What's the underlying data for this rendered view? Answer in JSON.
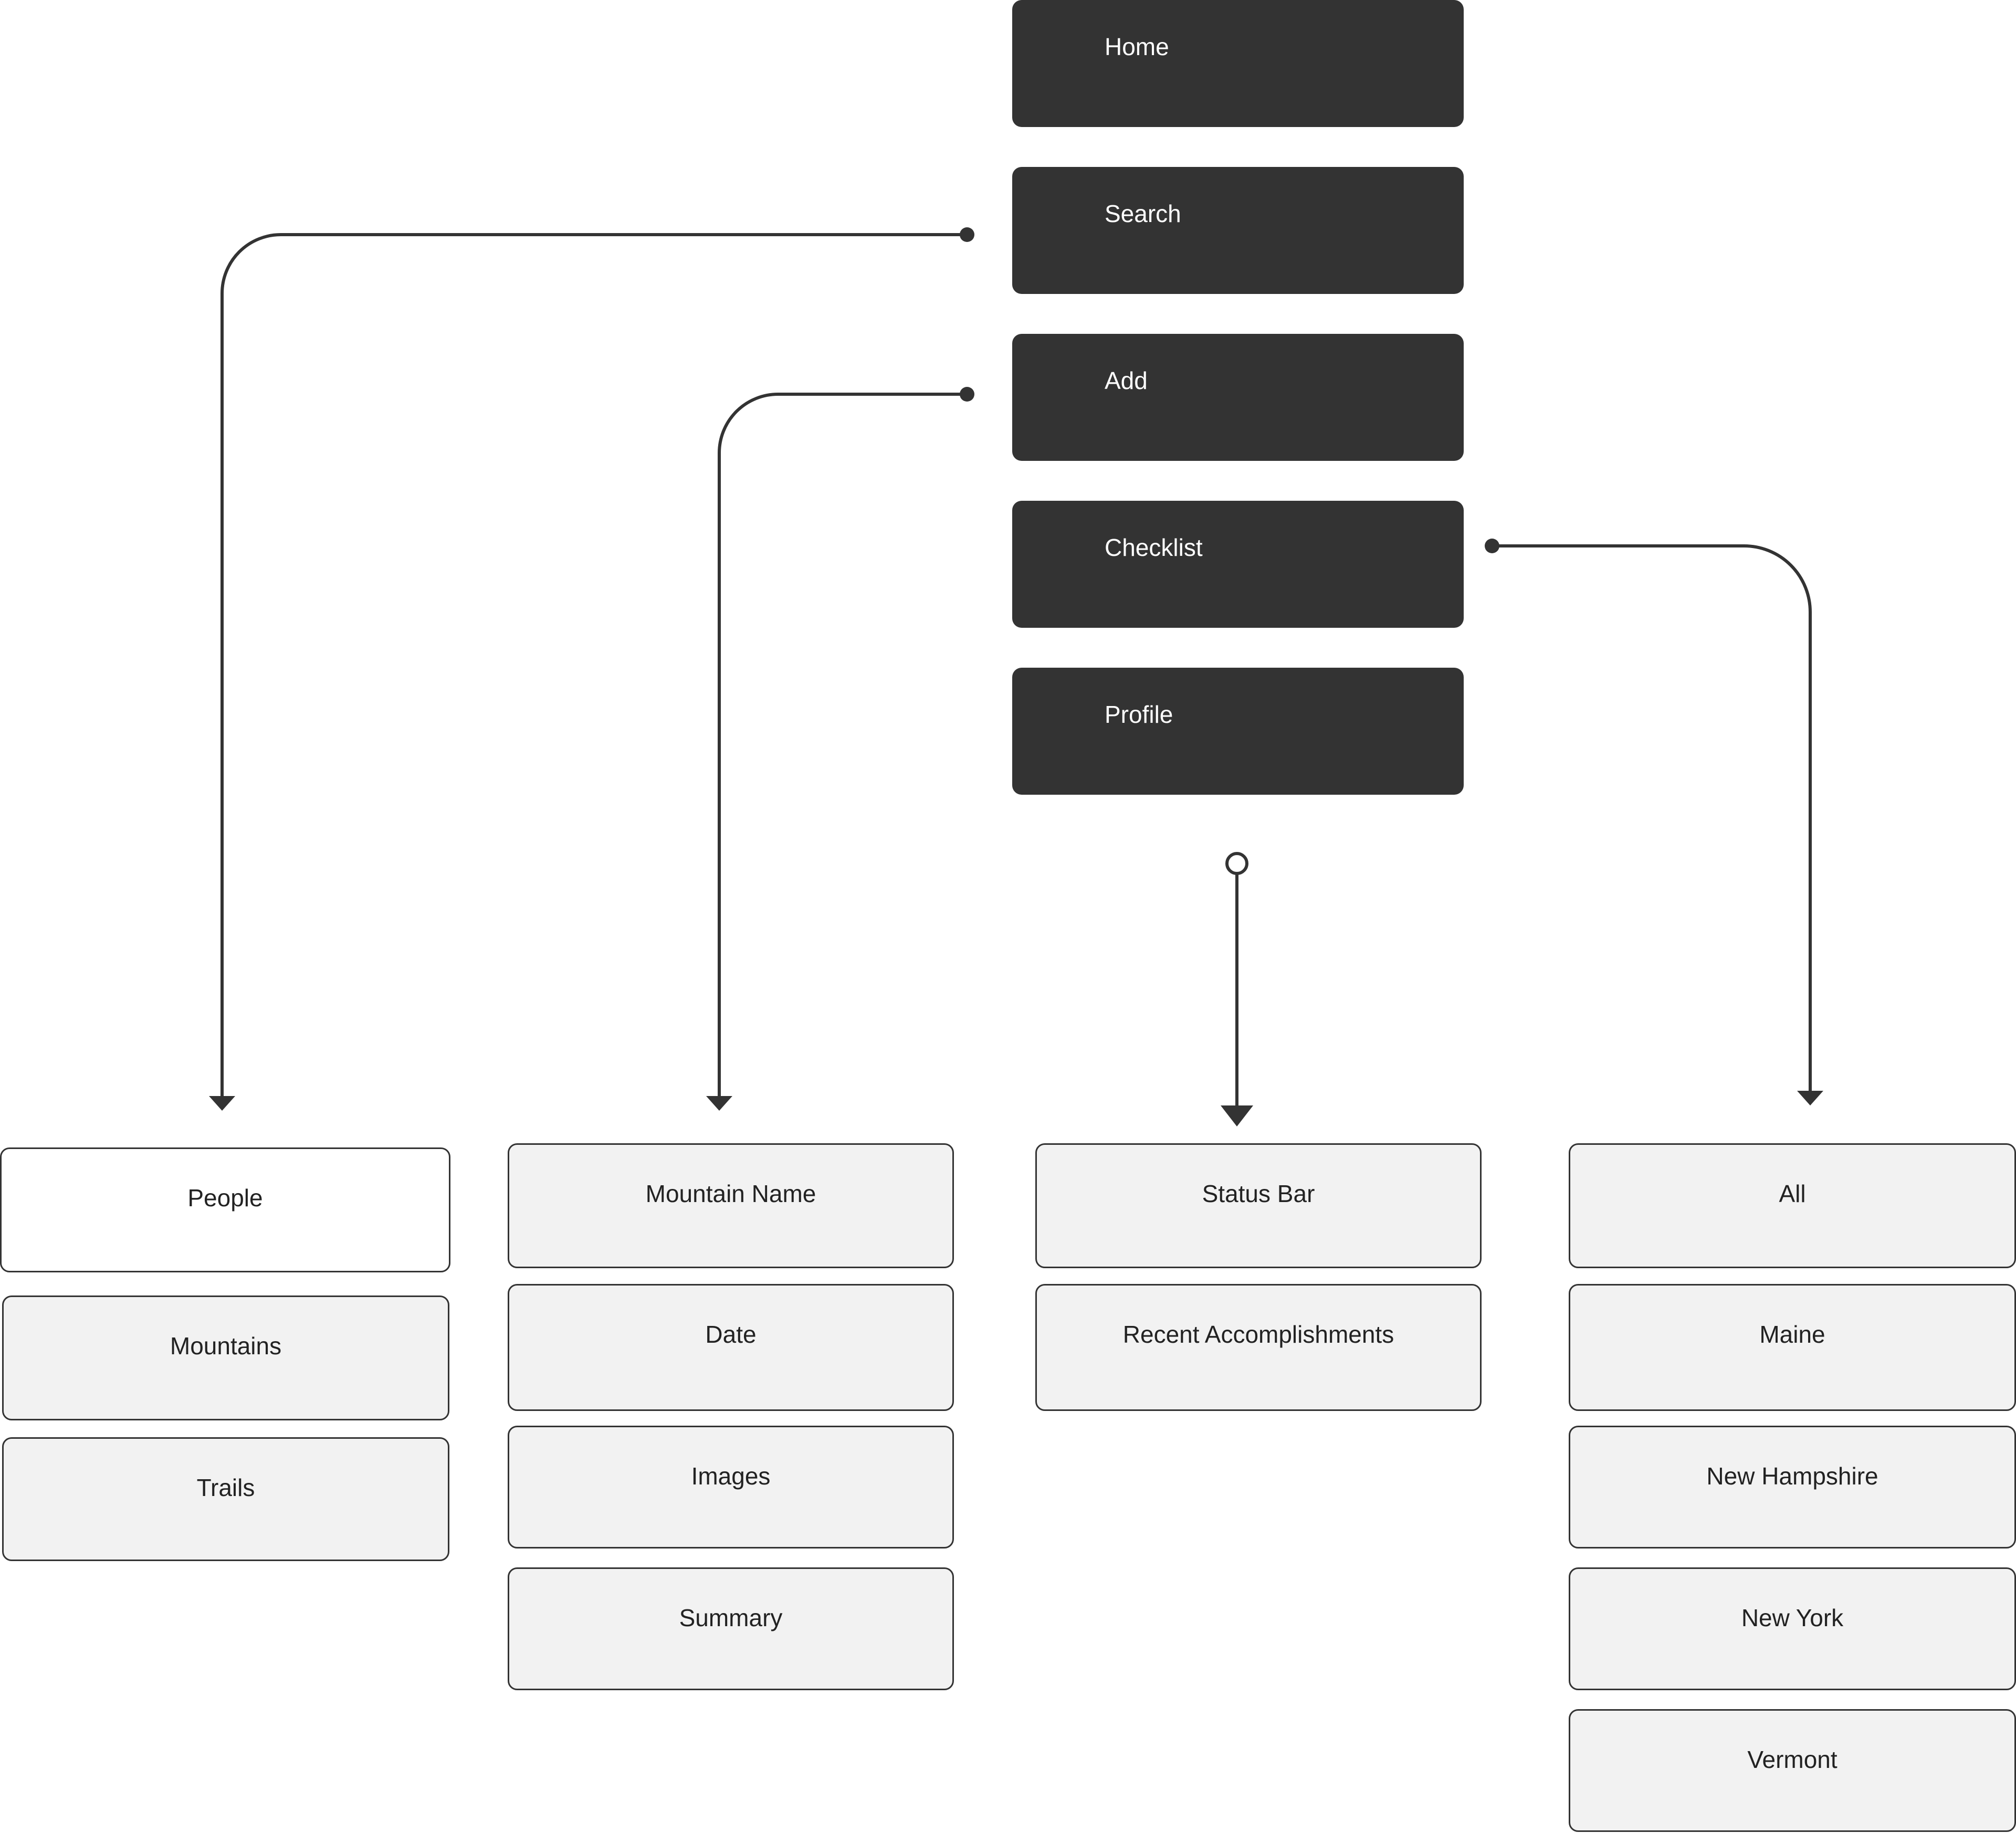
{
  "nav": {
    "items": [
      {
        "label": "Home"
      },
      {
        "label": "Search"
      },
      {
        "label": "Add"
      },
      {
        "label": "Checklist"
      },
      {
        "label": "Profile"
      }
    ]
  },
  "search_group": {
    "items": [
      {
        "label": "People"
      },
      {
        "label": "Mountains"
      },
      {
        "label": "Trails"
      }
    ]
  },
  "add_group": {
    "items": [
      {
        "label": "Mountain Name"
      },
      {
        "label": "Date"
      },
      {
        "label": "Images"
      },
      {
        "label": "Summary"
      }
    ]
  },
  "profile_group": {
    "items": [
      {
        "label": "Status Bar"
      },
      {
        "label": "Recent Accomplishments"
      }
    ]
  },
  "checklist_group": {
    "items": [
      {
        "label": "All"
      },
      {
        "label": "Maine"
      },
      {
        "label": "New Hampshire"
      },
      {
        "label": "New York"
      },
      {
        "label": "Vermont"
      }
    ]
  },
  "colors": {
    "nav_fill": "#333333",
    "leaf_fill": "#f2f2f2",
    "line": "#333333"
  }
}
